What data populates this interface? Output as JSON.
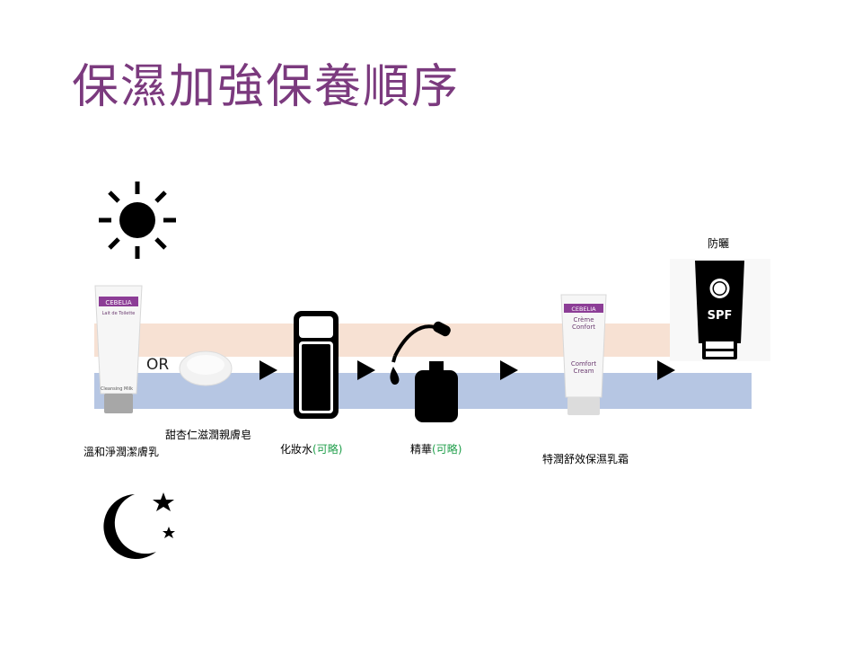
{
  "title": "保濕加強保養順序",
  "or_label": "OR",
  "colors": {
    "title": "#7b3a7e",
    "optional": "#1f9e4a",
    "band_top": "#f7e1d3",
    "band_bottom": "#b6c6e3"
  },
  "icons": {
    "day": "sun-icon",
    "night": "moon-stars-icon"
  },
  "steps": [
    {
      "label": "溫和淨潤潔膚乳"
    },
    {
      "label": "甜杏仁滋潤親膚皂"
    },
    {
      "label": "化妝水",
      "optional": "(可略)"
    },
    {
      "label": "精華",
      "optional": "(可略)"
    },
    {
      "label": "特潤舒效保濕乳霜"
    },
    {
      "label": "防曬"
    }
  ],
  "products": {
    "cleanser": {
      "brand": "CEBELIA",
      "name": "Lait de Toilette",
      "sub": "Cleansing Milk"
    },
    "cream": {
      "brand": "CEBELIA",
      "name1": "Crème",
      "name2": "Confort",
      "sub1": "Comfort",
      "sub2": "Cream"
    },
    "sunscreen": {
      "text": "SPF"
    }
  }
}
